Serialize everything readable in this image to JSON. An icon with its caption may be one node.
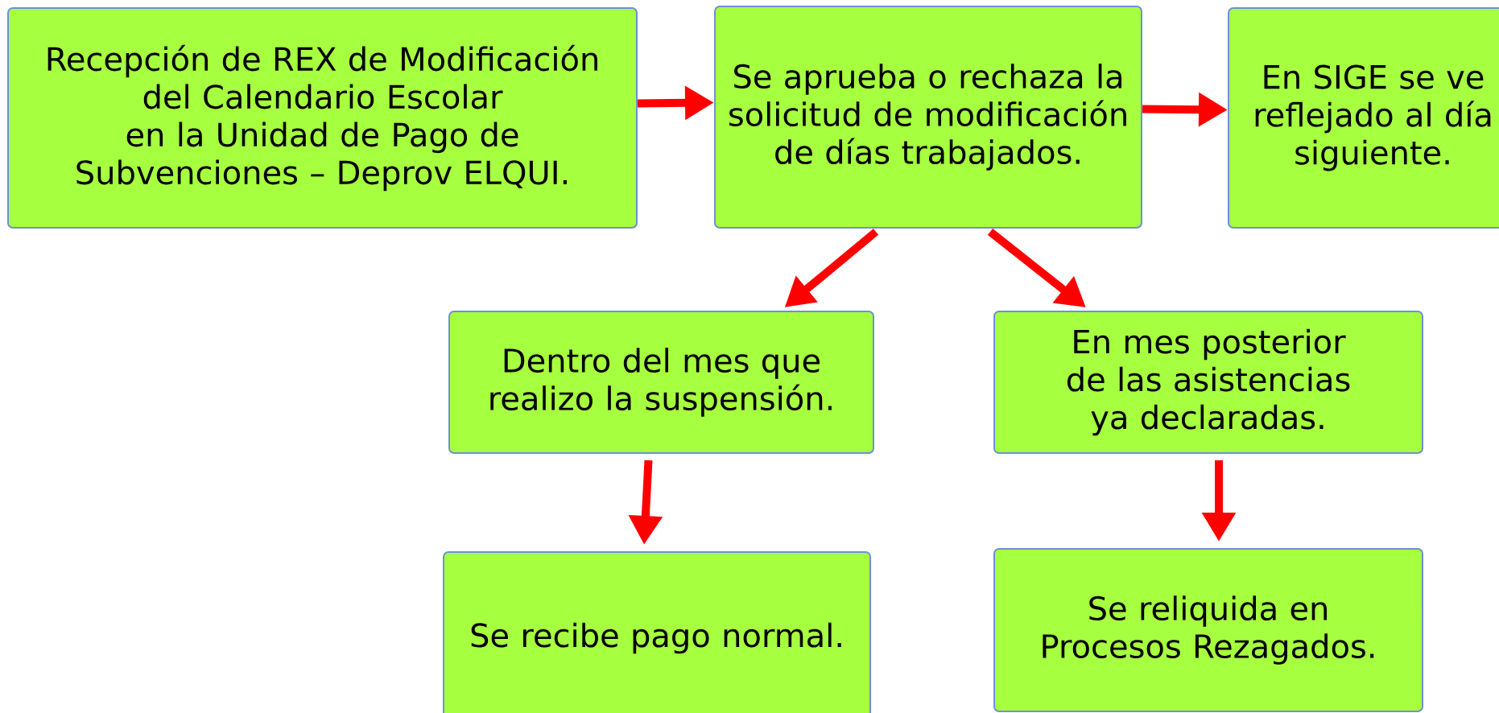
{
  "diagram": {
    "nodes": [
      {
        "text": [
          "Recepción de REX de Modificación del Calendario Escolar en la Unidad de Pago de Subvenciones – Deprov ELQUI."
        ]
      },
      {
        "text": [
          "Se aprueba o rechaza la solicitud de modificación de días trabajados."
        ]
      },
      {
        "text": [
          "En SIGE se ve reflejado al día siguiente."
        ]
      },
      {
        "text": [
          "Dentro del mes que realizo la suspensión."
        ]
      },
      {
        "text": [
          "En mes posterior de las asistencias ya declaradas."
        ]
      },
      {
        "text": [
          "Se recibe pago normal."
        ]
      },
      {
        "text": [
          "Se reliquida en Procesos Rezagados."
        ]
      }
    ],
    "edges": [
      {
        "from": 0,
        "to": 1,
        "arrow": "to"
      },
      {
        "from": 1,
        "to": 2,
        "arrow": "to"
      },
      {
        "from": 1,
        "to": 3,
        "arrow": "to"
      },
      {
        "from": 1,
        "to": 4,
        "arrow": "to"
      },
      {
        "from": 3,
        "to": 5,
        "arrow": "to"
      },
      {
        "from": 4,
        "to": 6,
        "arrow": "to"
      }
    ]
  }
}
